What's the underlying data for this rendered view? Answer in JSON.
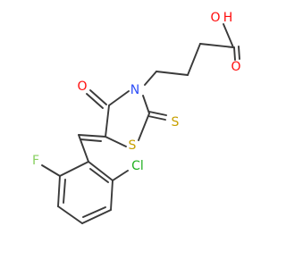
{
  "atoms": {
    "O_hydroxyl": {
      "label": "O",
      "color": "#ff0d0d"
    },
    "H_hydroxyl": {
      "label": "H",
      "color": "#ff0d0d"
    },
    "O_acid": {
      "label": "O",
      "color": "#ff0d0d"
    },
    "O_ketone": {
      "label": "O",
      "color": "#ff0d0d"
    },
    "N_ring": {
      "label": "N",
      "color": "#3050f8"
    },
    "S_ring": {
      "label": "S",
      "color": "#c8a000"
    },
    "S_thione": {
      "label": "S",
      "color": "#c8a000"
    },
    "F": {
      "label": "F",
      "color": "#88d060"
    },
    "Cl": {
      "label": "Cl",
      "color": "#20b020"
    }
  },
  "colors": {
    "bond": "#3a3a3a",
    "background": "#ffffff"
  }
}
